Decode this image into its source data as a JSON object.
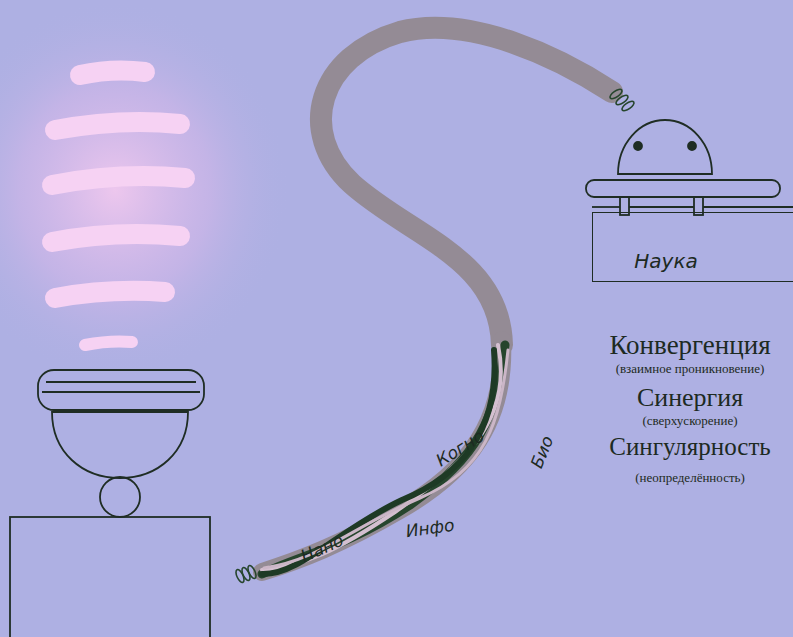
{
  "diagram": {
    "nodes": [
      {
        "text": [
          "Наука"
        ]
      }
    ],
    "labels": [
      "Нано",
      "Когно",
      "Био",
      "Инфо",
      "Конвергенция",
      "(взаимное проникновение)",
      "Синергия",
      "(сверхускорение)",
      "Сингулярность",
      "(неопределённость)"
    ]
  }
}
